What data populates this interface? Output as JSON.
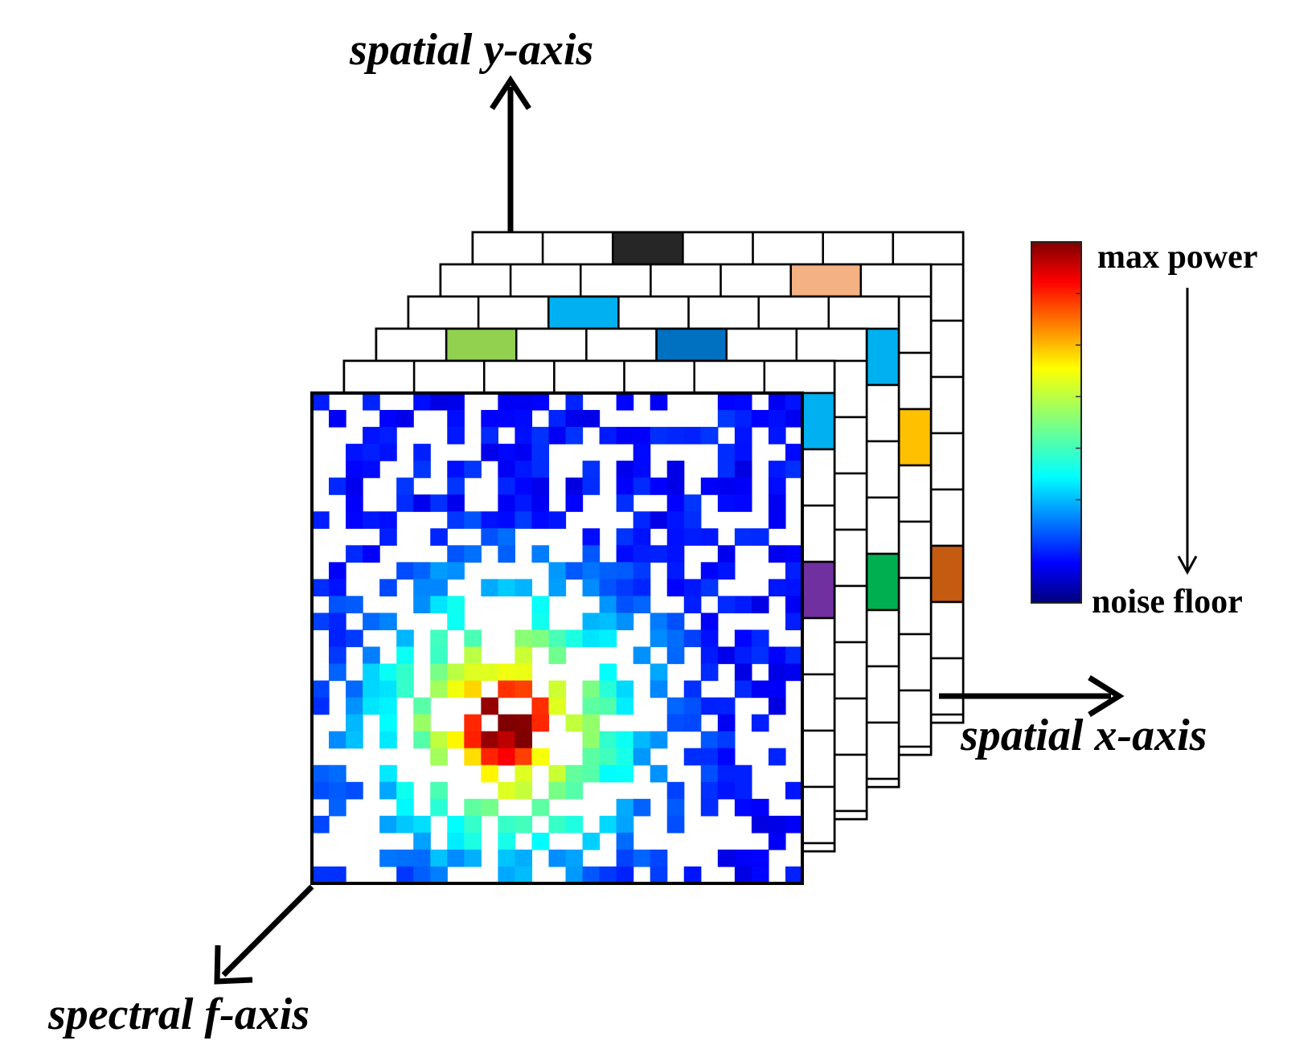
{
  "axes": {
    "y_label": "spatial y-axis",
    "x_label": "spatial x-axis",
    "f_label": "spectral f-axis"
  },
  "colorbar": {
    "top_label": "max power",
    "bottom_label": "noise floor",
    "colormap": "jet"
  },
  "stack": {
    "layers_behind_front": 5,
    "layer_grid_cols": 7,
    "layer_grid_rows": 10,
    "highlighted_cells": [
      {
        "layer": 5,
        "edge": "top",
        "index": 2,
        "color": "#262626"
      },
      {
        "layer": 4,
        "edge": "top",
        "index": 5,
        "color": "#f4b183"
      },
      {
        "layer": 3,
        "edge": "top",
        "index": 2,
        "color": "#00b0f0"
      },
      {
        "layer": 2,
        "edge": "top",
        "index": 1,
        "color": "#92d050"
      },
      {
        "layer": 2,
        "edge": "top",
        "index": 4,
        "color": "#0070c0"
      },
      {
        "layer": 1,
        "edge": "side",
        "index": 0,
        "color": "#00b0f0"
      },
      {
        "layer": 1,
        "edge": "side",
        "index": 3,
        "color": "#7030a0"
      },
      {
        "layer": 3,
        "edge": "side",
        "index": 0,
        "color": "#00b0f0"
      },
      {
        "layer": 3,
        "edge": "side",
        "index": 4,
        "color": "#00b050"
      },
      {
        "layer": 4,
        "edge": "side",
        "index": 2,
        "color": "#ffc000"
      },
      {
        "layer": 5,
        "edge": "side",
        "index": 5,
        "color": "#c55a11"
      }
    ]
  },
  "front_heatmap": {
    "size": 29,
    "note_scale": "0 = noise floor, 1 = max power, -1 = empty",
    "peak_row": 19,
    "peak_col": 11
  }
}
